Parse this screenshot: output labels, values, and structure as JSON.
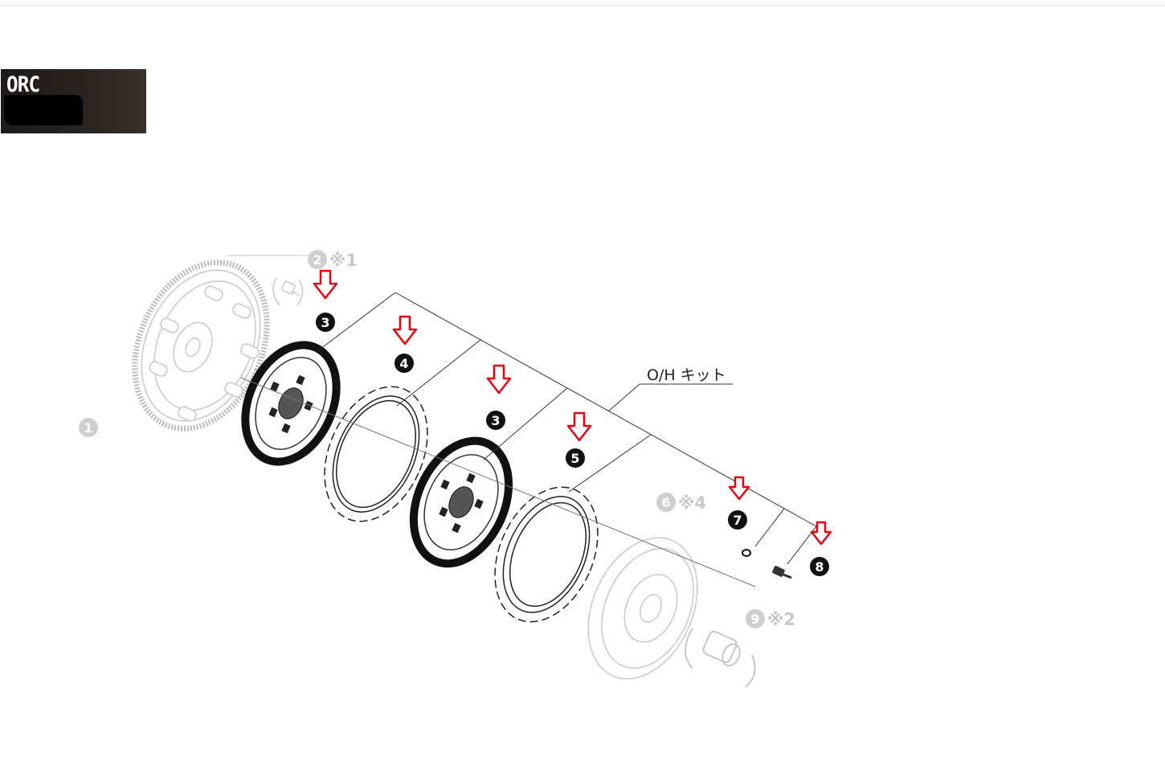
{
  "logo": {
    "text": "ORC"
  },
  "kit_label": "O/H キット",
  "callouts": [
    {
      "id": "callout-1",
      "number": "1",
      "note": ""
    },
    {
      "id": "callout-2",
      "number": "2",
      "note": "※1"
    },
    {
      "id": "callout-3a",
      "number": "3",
      "note": ""
    },
    {
      "id": "callout-4",
      "number": "4",
      "note": ""
    },
    {
      "id": "callout-3b",
      "number": "3",
      "note": ""
    },
    {
      "id": "callout-5",
      "number": "5",
      "note": ""
    },
    {
      "id": "callout-6",
      "number": "6",
      "note": "※4"
    },
    {
      "id": "callout-7",
      "number": "7",
      "note": ""
    },
    {
      "id": "callout-8",
      "number": "8",
      "note": ""
    },
    {
      "id": "callout-9",
      "number": "9",
      "note": "※2"
    }
  ],
  "colors": {
    "arrow": "#e60012",
    "faded_part": "#c8c8c8",
    "kit_part": "#222222",
    "logo_bg": "#231d19"
  },
  "icons": {
    "highlight_arrow": "down-arrow-icon"
  }
}
